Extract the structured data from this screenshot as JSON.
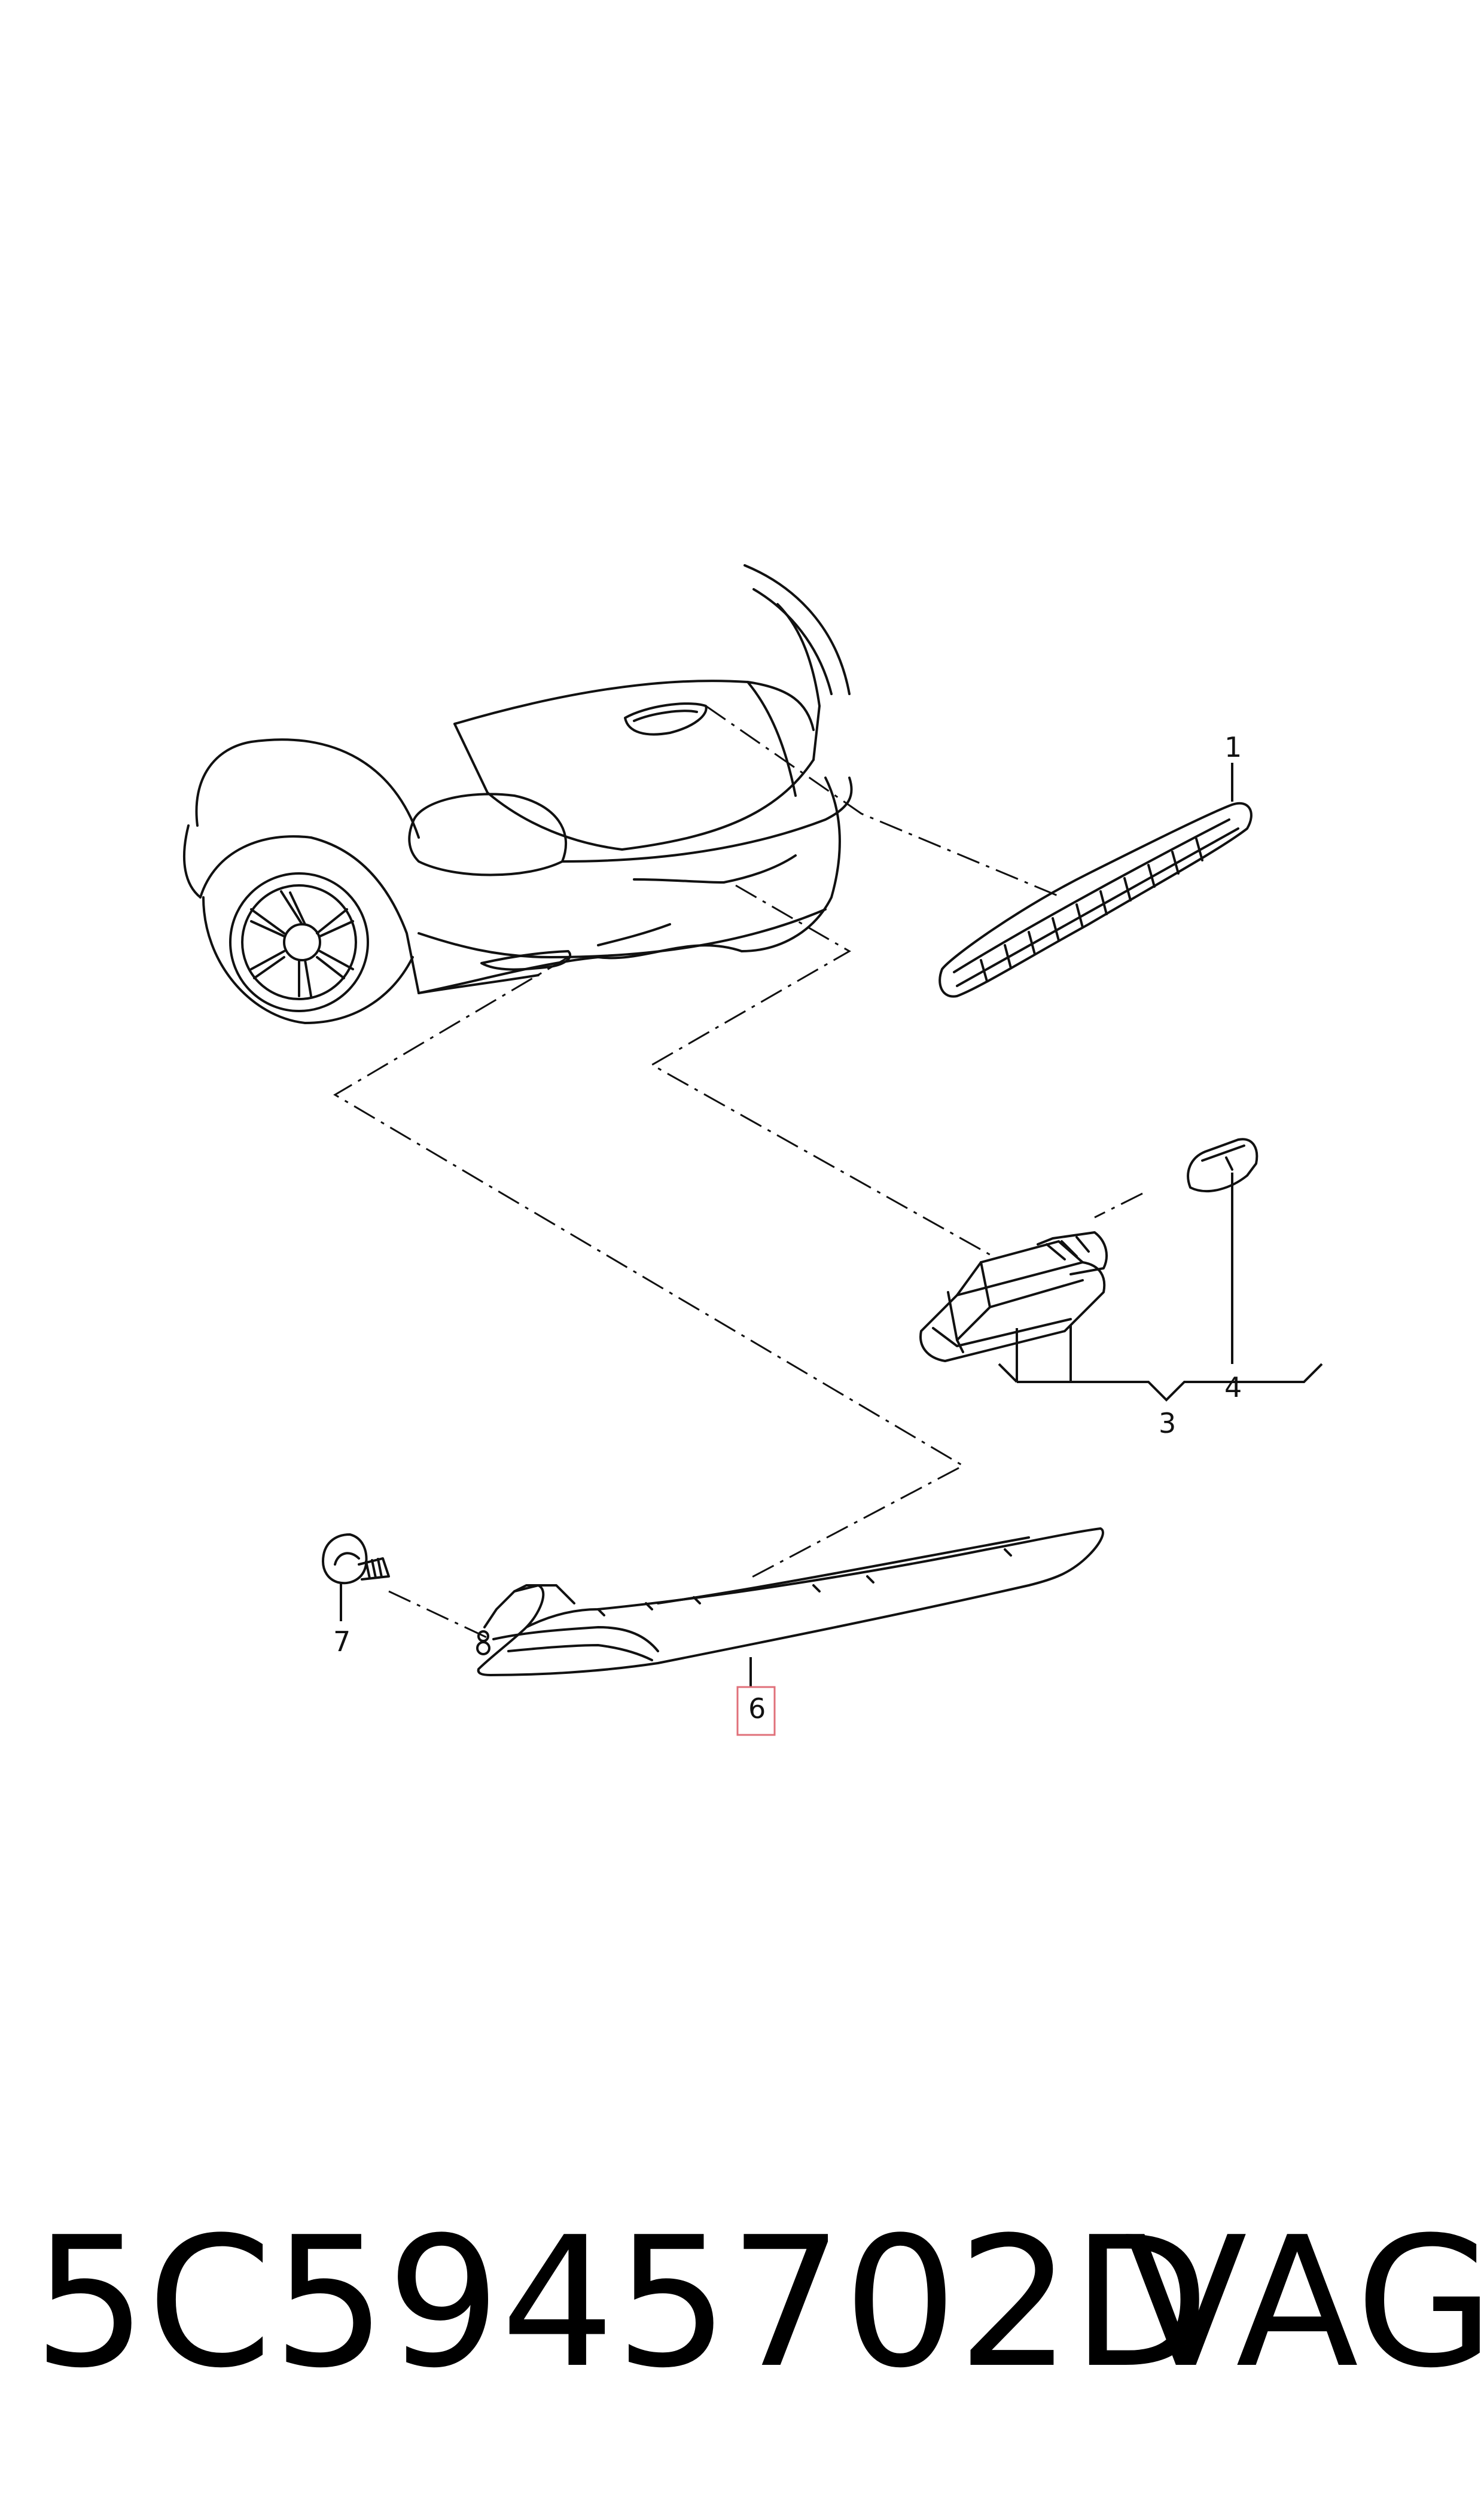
{
  "callouts": {
    "c1": "1",
    "c3": "3",
    "c4": "4",
    "c6": "6",
    "c7": "7"
  },
  "highlight_color": "#e0707a",
  "footer": {
    "part_number": "5C5945702D",
    "brand": "VAG"
  }
}
